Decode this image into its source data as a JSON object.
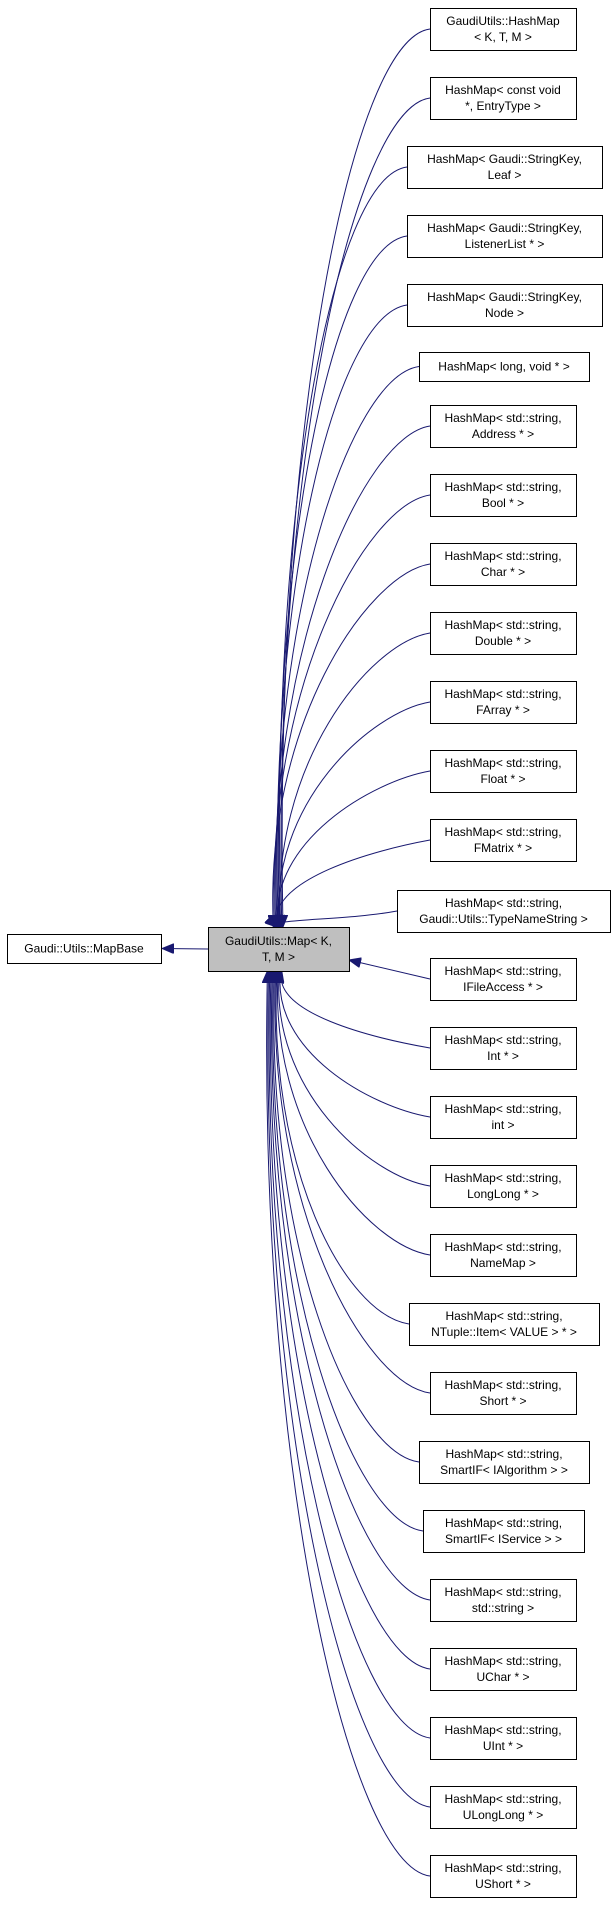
{
  "diagram": {
    "colors": {
      "edge": "#191970",
      "node_fill": "#ffffff",
      "current_fill": "#bfbfbf",
      "border": "#000000"
    },
    "base": {
      "label": [
        "Gaudi::Utils::MapBase"
      ]
    },
    "current": {
      "label": [
        "GaudiUtils::Map< K,",
        "T, M >"
      ]
    },
    "derived": [
      {
        "label": [
          "GaudiUtils::HashMap",
          "< K, T, M >"
        ]
      },
      {
        "label": [
          "HashMap< const void",
          "*, EntryType >"
        ]
      },
      {
        "label": [
          "HashMap< Gaudi::StringKey,",
          "Leaf >"
        ]
      },
      {
        "label": [
          "HashMap< Gaudi::StringKey,",
          "ListenerList * >"
        ]
      },
      {
        "label": [
          "HashMap< Gaudi::StringKey,",
          "Node >"
        ]
      },
      {
        "label": [
          "HashMap< long, void * >"
        ]
      },
      {
        "label": [
          "HashMap< std::string,",
          "Address * >"
        ]
      },
      {
        "label": [
          "HashMap< std::string,",
          "Bool * >"
        ]
      },
      {
        "label": [
          "HashMap< std::string,",
          "Char * >"
        ]
      },
      {
        "label": [
          "HashMap< std::string,",
          "Double * >"
        ]
      },
      {
        "label": [
          "HashMap< std::string,",
          "FArray * >"
        ]
      },
      {
        "label": [
          "HashMap< std::string,",
          "Float * >"
        ]
      },
      {
        "label": [
          "HashMap< std::string,",
          "FMatrix * >"
        ]
      },
      {
        "label": [
          "HashMap< std::string,",
          "Gaudi::Utils::TypeNameString >"
        ]
      },
      {
        "label": [
          "HashMap< std::string,",
          "IFileAccess * >"
        ]
      },
      {
        "label": [
          "HashMap< std::string,",
          "Int * >"
        ]
      },
      {
        "label": [
          "HashMap< std::string,",
          "int >"
        ]
      },
      {
        "label": [
          "HashMap< std::string,",
          "LongLong * >"
        ]
      },
      {
        "label": [
          "HashMap< std::string,",
          "NameMap >"
        ]
      },
      {
        "label": [
          "HashMap< std::string,",
          "NTuple::Item< VALUE > * >"
        ]
      },
      {
        "label": [
          "HashMap< std::string,",
          "Short * >"
        ]
      },
      {
        "label": [
          "HashMap< std::string,",
          "SmartIF< IAlgorithm > >"
        ]
      },
      {
        "label": [
          "HashMap< std::string,",
          "SmartIF< IService > >"
        ]
      },
      {
        "label": [
          "HashMap< std::string,",
          "std::string >"
        ]
      },
      {
        "label": [
          "HashMap< std::string,",
          "UChar * >"
        ]
      },
      {
        "label": [
          "HashMap< std::string,",
          "UInt * >"
        ]
      },
      {
        "label": [
          "HashMap< std::string,",
          "ULongLong * >"
        ]
      },
      {
        "label": [
          "HashMap< std::string,",
          "UShort * >"
        ]
      }
    ]
  }
}
